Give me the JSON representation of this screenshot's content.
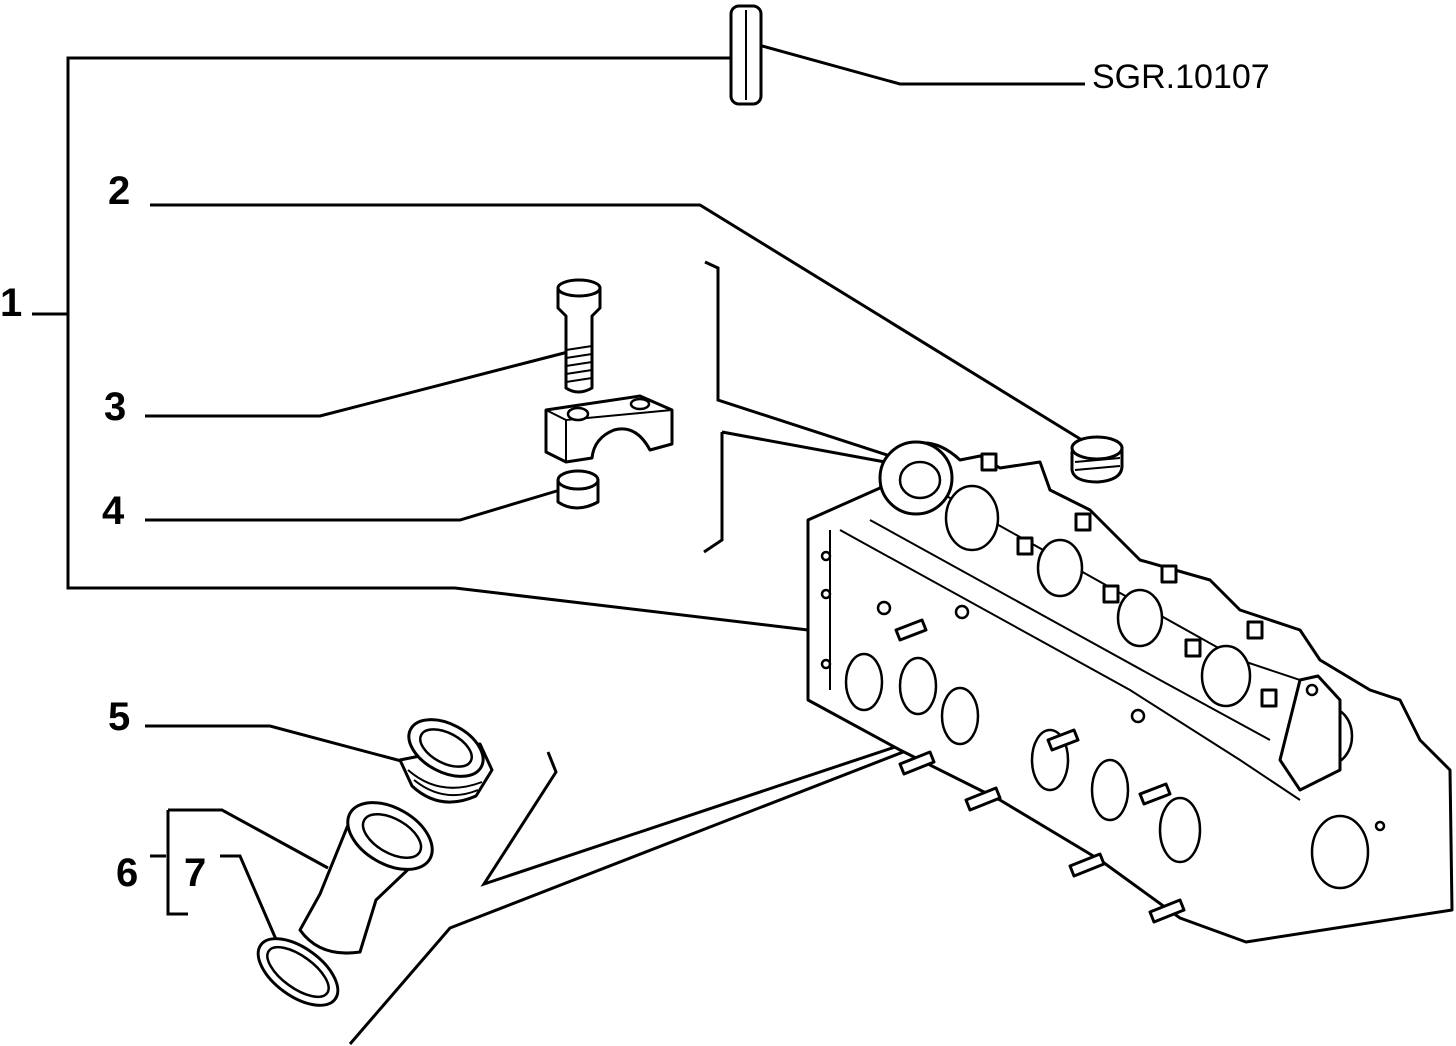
{
  "reference_code": "SGR.10107",
  "callouts": {
    "c1": "1",
    "c2": "2",
    "c3": "3",
    "c4": "4",
    "c5": "5",
    "c6": "6",
    "c7": "7"
  }
}
